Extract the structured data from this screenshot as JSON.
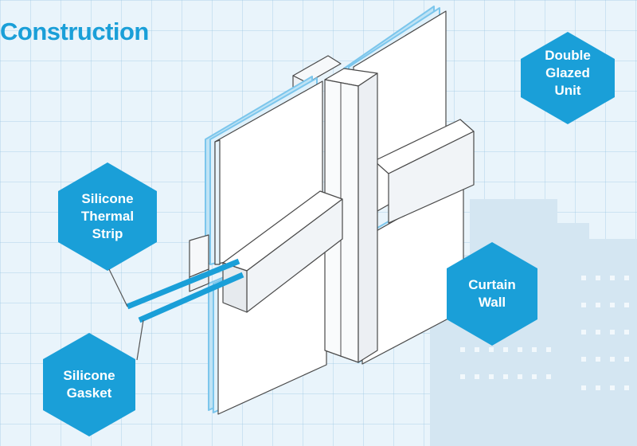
{
  "title": "Construction",
  "labels": {
    "double_glazed_unit": [
      "Double",
      "Glazed",
      "Unit"
    ],
    "silicone_thermal_strip": [
      "Silicone",
      "Thermal",
      "Strip"
    ],
    "curtain_wall": [
      "Curtain",
      "Wall"
    ],
    "silicone_gasket": [
      "Silicone",
      "Gasket"
    ]
  },
  "colors": {
    "accent": "#1a9fd8",
    "hexagon": "#1a9fd8",
    "background": "#e9f4fb",
    "glass_edge": "#7cc6ec",
    "outline": "#4a4a4a",
    "building_silhouette": "#d4e6f2"
  }
}
